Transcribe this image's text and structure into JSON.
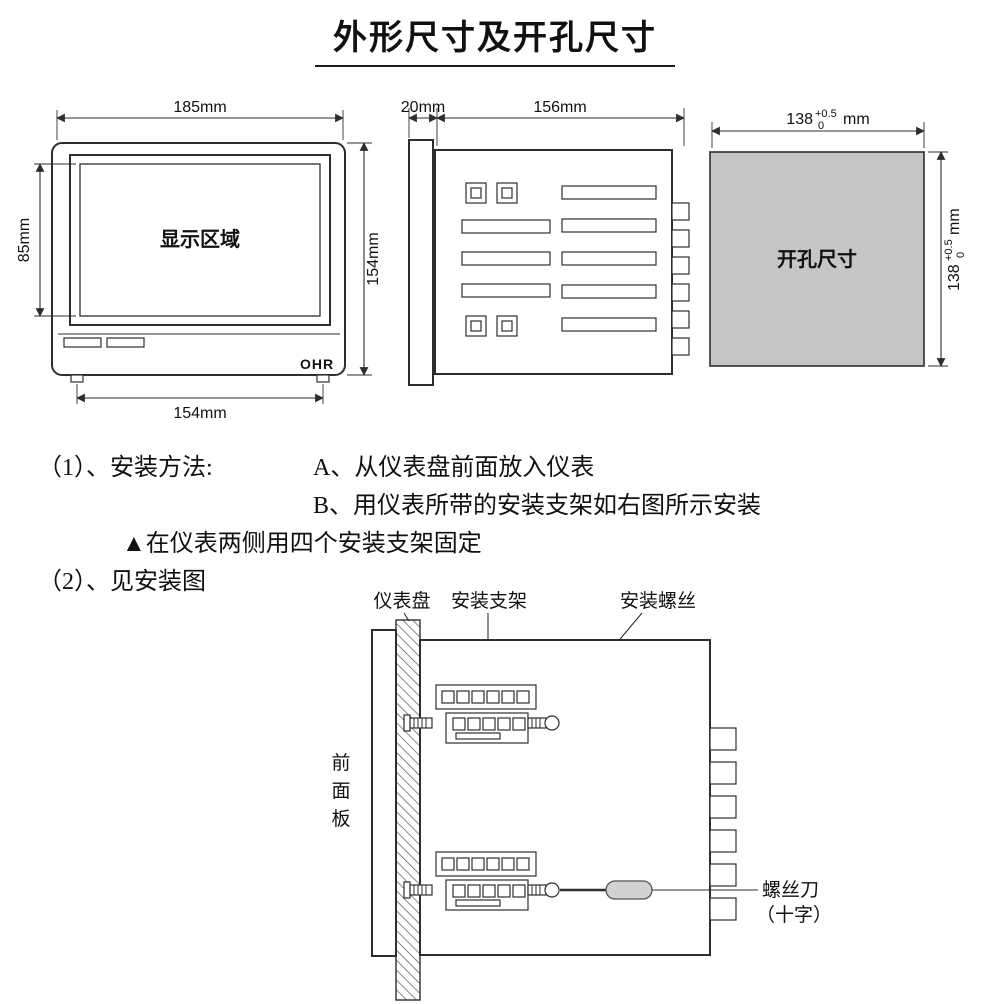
{
  "title": "外形尺寸及开孔尺寸",
  "front_view": {
    "top_width": "185mm",
    "display_height": "85mm",
    "overall_height": "154mm",
    "bottom_width": "154mm",
    "display_label": "显示区域",
    "brand": "OHR"
  },
  "side_view": {
    "bezel_depth": "20mm",
    "body_depth": "156mm"
  },
  "cutout_view": {
    "label": "开孔尺寸",
    "dim_value": "138",
    "tol_upper": "+0.5",
    "tol_lower": "0",
    "unit": "mm"
  },
  "instructions": {
    "step1_label": "（1）、安装方法:",
    "step1_a": "A、从仪表盘前面放入仪表",
    "step1_b": "B、用仪表所带的安装支架如右图所示安装",
    "note": "▲在仪表两侧用四个安装支架固定",
    "step2_label": "（2）、见安装图"
  },
  "install_diagram": {
    "panel_label": "仪表盘",
    "bracket_label": "安装支架",
    "screw_label": "安装螺丝",
    "front_panel_chars": [
      "前",
      "面",
      "板"
    ],
    "screwdriver_label": "螺丝刀",
    "screwdriver_type": "（十字）"
  },
  "colors": {
    "cutout_fill": "#c6c6c6",
    "screwdriver_fill": "#d2d2d2"
  }
}
